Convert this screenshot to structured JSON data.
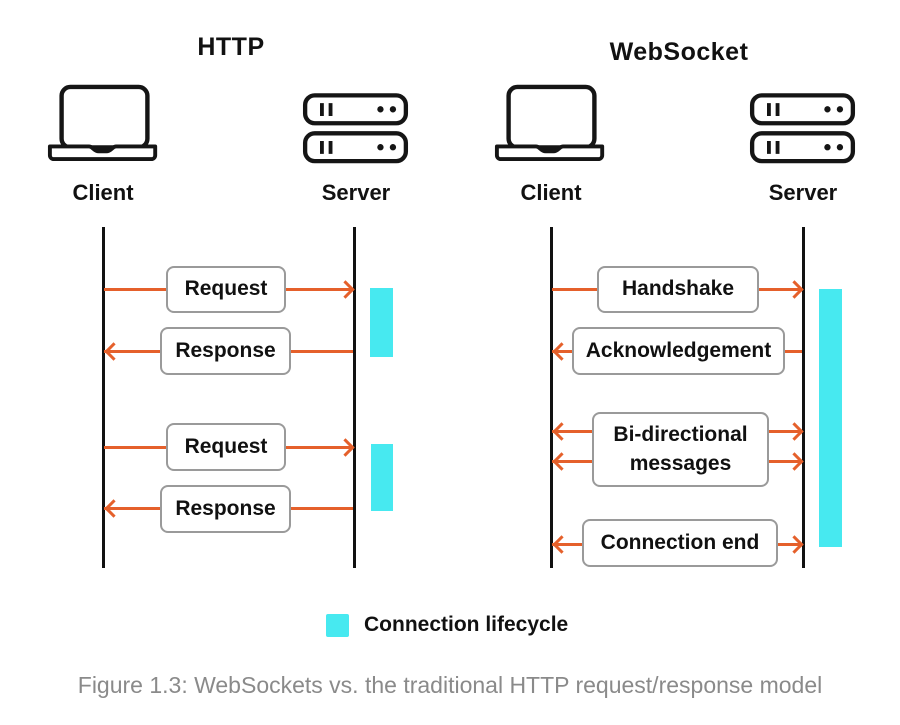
{
  "http": {
    "title": "HTTP",
    "client_label": "Client",
    "server_label": "Server",
    "messages": [
      {
        "label": "Request",
        "direction": "client-to-server"
      },
      {
        "label": "Response",
        "direction": "server-to-client"
      },
      {
        "label": "Request",
        "direction": "client-to-server"
      },
      {
        "label": "Response",
        "direction": "server-to-client"
      }
    ]
  },
  "websocket": {
    "title": "WebSocket",
    "client_label": "Client",
    "server_label": "Server",
    "messages": [
      {
        "label": "Handshake",
        "direction": "client-to-server"
      },
      {
        "label": "Acknowledgement",
        "direction": "server-to-client"
      },
      {
        "label": "Bi-directional messages",
        "direction": "bidirectional"
      },
      {
        "label": "Connection end",
        "direction": "bidirectional"
      }
    ]
  },
  "legend": {
    "label": "Connection lifecycle",
    "swatch_color": "#47E9F0"
  },
  "caption": "Figure 1.3: WebSockets vs. the traditional HTTP request/response model",
  "colors": {
    "arrow": "#E5602B",
    "connection_lifecycle": "#47E9F0",
    "box_border": "#9A9A9A",
    "lifeline": "#111111",
    "caption_text": "#8A8A8A"
  }
}
